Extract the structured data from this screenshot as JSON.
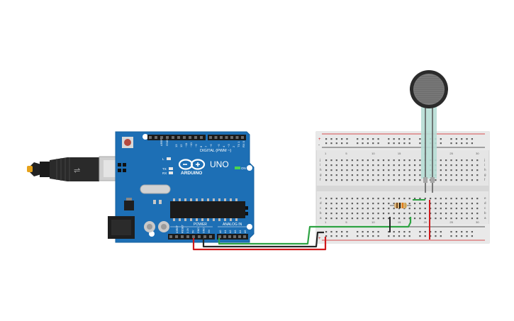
{
  "board": {
    "brand": "ARDUINO",
    "model": "UNO",
    "digital_label": "DIGITAL (PWM ~)",
    "power_label": "POWER",
    "analog_label": "ANALOG IN",
    "on_label": "ON",
    "l_label": "L",
    "tx_label": "TX",
    "rx_label": "RX",
    "aref_label": "AREF",
    "gnd_label": "GND",
    "digital_pins": [
      "13",
      "12",
      "~11",
      "~10",
      "~9",
      "8",
      "7",
      "~6",
      "~5",
      "4",
      "~3",
      "2",
      "TX 1",
      "RX 0"
    ],
    "power_pins": [
      "IOREF",
      "RESET",
      "3.3V",
      "5V",
      "GND",
      "GND",
      "Vin"
    ],
    "analog_pins": [
      "A0",
      "A1",
      "A2",
      "A3",
      "A4",
      "A5"
    ]
  },
  "breadboard": {
    "columns": [
      "1",
      "",
      "",
      "",
      "5",
      "",
      "",
      "",
      "",
      "10",
      "",
      "",
      "",
      "",
      "15",
      "",
      "",
      "",
      "",
      "20",
      "",
      "",
      "",
      "",
      "25",
      "",
      "",
      "",
      "",
      "30"
    ],
    "row_letters_top": [
      "j",
      "i",
      "h",
      "g",
      "f"
    ],
    "row_letters_bottom": [
      "e",
      "d",
      "c",
      "b",
      "a"
    ],
    "rail_plus": "+",
    "rail_minus": "-"
  },
  "components": {
    "sensor": "force-sensitive-resistor",
    "resistor": "resistor"
  },
  "wires": {
    "red": "#d0191b",
    "black": "#262626",
    "green": "#2ea343"
  },
  "colors": {
    "board_blue": "#1d6fb5",
    "board_dark": "#0f5497",
    "breadboard": "#e7e7e7"
  }
}
